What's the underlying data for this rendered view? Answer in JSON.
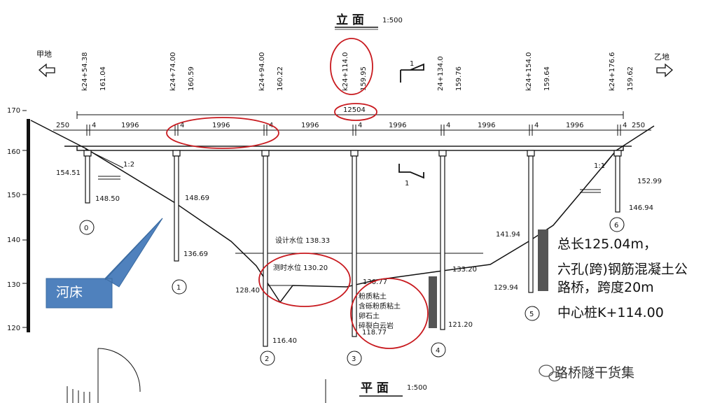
{
  "header": {
    "elevation_view_title": "立 面",
    "elevation_scale": "1:500",
    "plan_view_title": "平 面",
    "plan_scale": "1:500",
    "left_site": "甲地",
    "right_site": "乙地"
  },
  "stations": [
    {
      "pile": "k24+54.38",
      "elev": "161.04"
    },
    {
      "pile": "k24+74.00",
      "elev": "160.59"
    },
    {
      "pile": "k24+94.00",
      "elev": "160.22"
    },
    {
      "pile": "k24+114.0",
      "elev": "159.95"
    },
    {
      "pile": "24+134.0",
      "elev": "159.76"
    },
    {
      "pile": "k24+154.0",
      "elev": "159.64"
    },
    {
      "pile": "k24+176.6",
      "elev": "159.62"
    }
  ],
  "section_mark": "1",
  "dimensions": {
    "total": "12504",
    "end_left": "250",
    "end_right": "250",
    "joint": "4",
    "spans": [
      "1996",
      "1996",
      "1996",
      "1996",
      "1996",
      "1996"
    ]
  },
  "elevation_axis": [
    "170",
    "160",
    "150",
    "140",
    "130",
    "120"
  ],
  "slopes": {
    "left": "1:2",
    "right": "1:1"
  },
  "piers": [
    {
      "id": "0",
      "top": "154.51",
      "bottom": "148.50"
    },
    {
      "id": "1",
      "top": "148.69",
      "bottom": "136.69"
    },
    {
      "id": "2",
      "top": "128.40",
      "bottom": "116.40"
    },
    {
      "id": "3",
      "top": "130.77",
      "bottom": "118.77"
    },
    {
      "id": "4",
      "top": "133.20",
      "bottom": "121.20"
    },
    {
      "id": "5",
      "top": "141.94",
      "bottom": "129.94"
    },
    {
      "id": "6",
      "top": "152.99",
      "bottom": "146.94"
    }
  ],
  "water_levels": {
    "design": "设计水位 138.33",
    "measured": "测时水位 130.20"
  },
  "soil_layers": [
    "粉质粘土",
    "含砾粉质粘土",
    "卵石土",
    "碎裂白云岩"
  ],
  "callout": "河床",
  "notes": {
    "length": "总长125.04m，",
    "type": "六孔(跨)钢筋混凝土公路桥，跨度20m",
    "center": "中心桩K+114.00"
  },
  "watermark": "路桥隧干货集",
  "colors": {
    "annotation_red": "#c8191e",
    "callout_blue": "#4f81bd"
  }
}
